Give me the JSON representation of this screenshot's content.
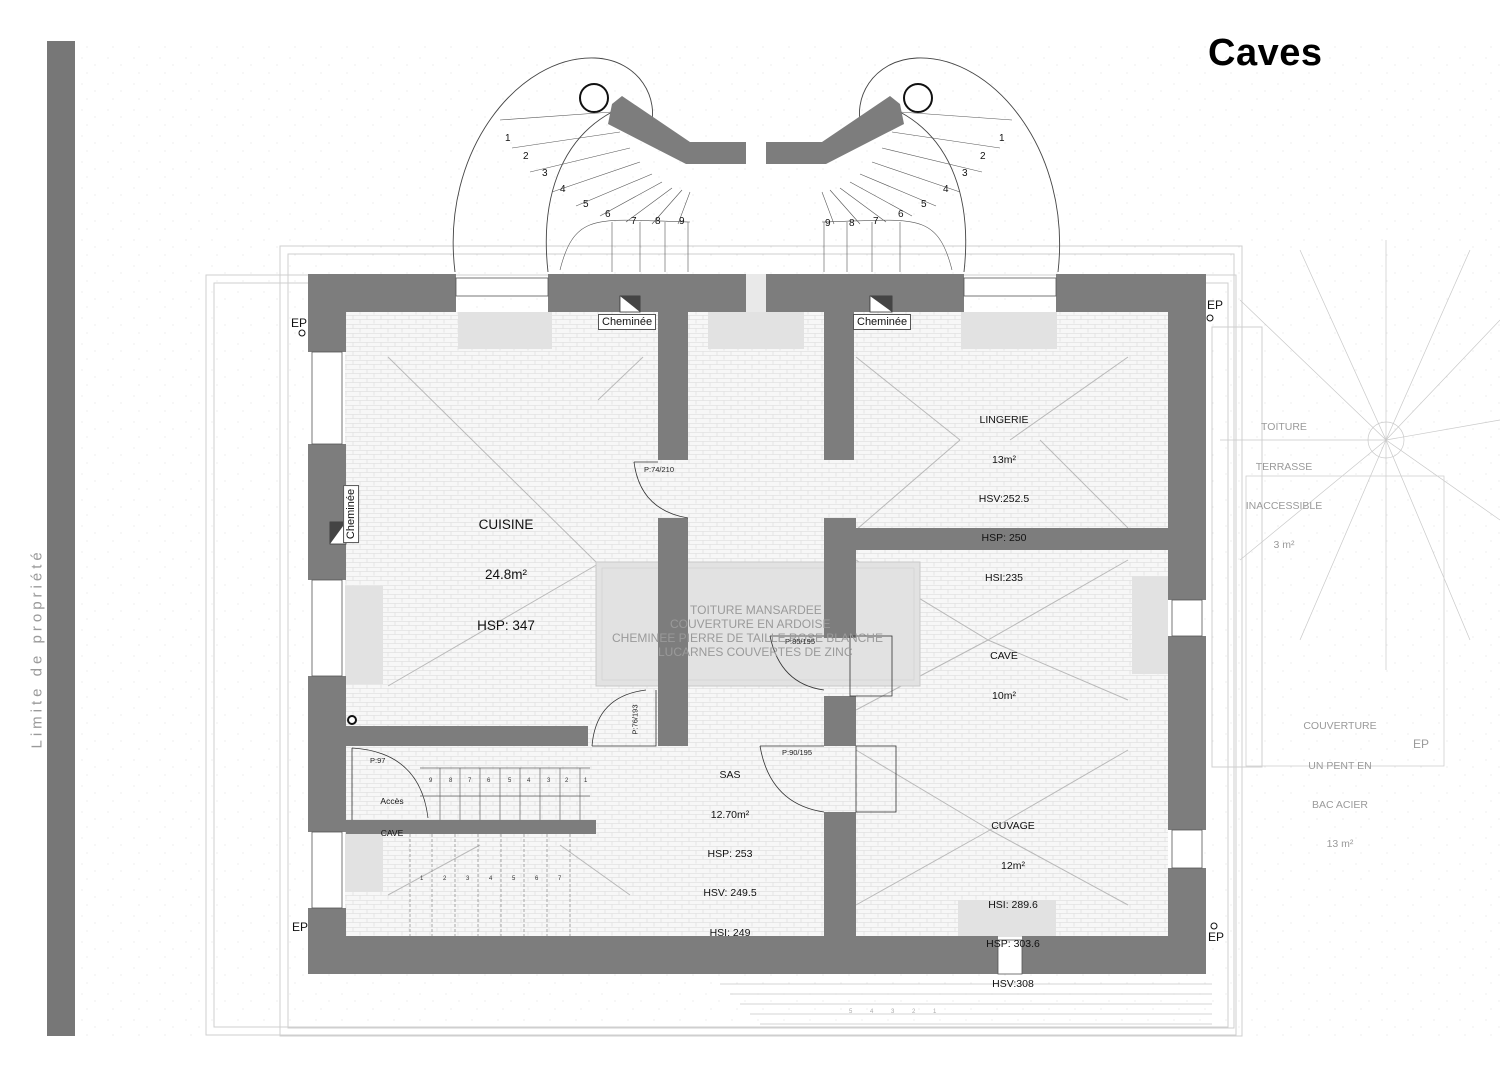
{
  "title": "Caves",
  "property_limit": "Limite de propriété",
  "rooms": {
    "cuisine": [
      "CUISINE",
      "24.8m²",
      "HSP: 347"
    ],
    "lingerie": [
      "LINGERIE",
      "13m²",
      "HSV:252.5",
      "HSP: 250",
      "HSI:235"
    ],
    "cave": [
      "CAVE",
      "10m²"
    ],
    "sas": [
      "SAS",
      "12.70m²",
      "HSP: 253",
      "HSV: 249.5",
      "HSI: 249"
    ],
    "cuvage": [
      "CUVAGE",
      "12m²",
      "HSI: 289.6",
      "HSP: 303.6",
      "HSV:308"
    ]
  },
  "exterior": {
    "toiture_terrasse": [
      "TOITURE",
      "TERRASSE",
      "INACCESSIBLE",
      "3 m²"
    ],
    "couverture": [
      "COUVERTURE",
      "UN PENT EN",
      "BAC ACIER",
      "13 m²"
    ],
    "mansarde": [
      "TOITURE MANSARDEE",
      "COUVERTURE EN ARDOISE",
      "CHEMINEE PIERRE DE TAILLE ROSE BLANCHE",
      "LUCARNES COUVERTES DE ZINC"
    ]
  },
  "chimneys": [
    "Cheminée",
    "Cheminée",
    "Cheminée"
  ],
  "doors": [
    "P:74/210",
    "P:85/195",
    "P:76/193",
    "P:90/195",
    "P:97"
  ],
  "stair_access": [
    "Accès",
    "CAVE"
  ],
  "ep_labels": [
    "EP",
    "EP",
    "EP",
    "EP",
    "EP"
  ],
  "stair_steps_left": [
    "1",
    "2",
    "3",
    "4",
    "5",
    "6",
    "7",
    "8",
    "9"
  ],
  "stair_steps_right": [
    "1",
    "2",
    "3",
    "4",
    "5",
    "6",
    "7",
    "8",
    "9"
  ],
  "cave_stair_upper": [
    "9",
    "8",
    "7",
    "6",
    "5",
    "4",
    "3",
    "2",
    "1"
  ],
  "cave_stair_lower": [
    "1",
    "2",
    "3",
    "4",
    "5",
    "6",
    "7"
  ],
  "bottom_stair": [
    "5",
    "4",
    "3",
    "2",
    "1"
  ]
}
